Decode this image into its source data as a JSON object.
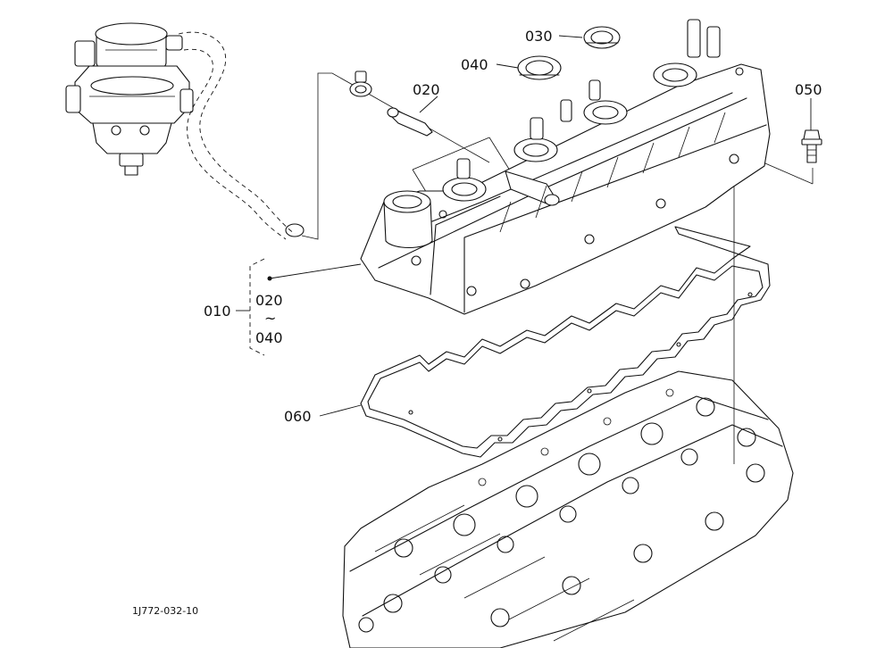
{
  "figure_id": "1J772-032-10",
  "callouts": {
    "p010": "010",
    "p020": "020",
    "p030": "030",
    "p040": "040",
    "p050": "050",
    "p060": "060"
  },
  "bracket": {
    "from": "020",
    "tilde": "~",
    "to": "040"
  }
}
